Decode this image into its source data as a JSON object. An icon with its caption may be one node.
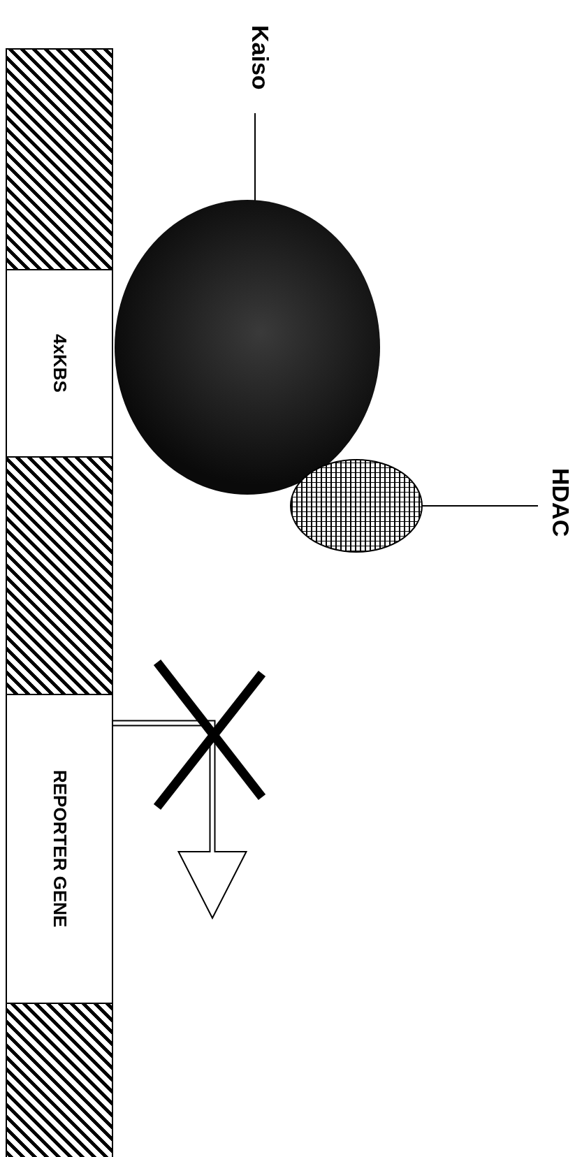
{
  "diagram": {
    "nodes": [
      {
        "text": [],
        "shape": "bar"
      },
      {
        "text": [
          "4xKBS"
        ]
      },
      {
        "text": [],
        "shape": "bar"
      },
      {
        "text": [
          "REPORTER GENE"
        ]
      },
      {
        "text": [],
        "shape": "bar"
      },
      {
        "text": [
          "Kaiso"
        ]
      },
      {
        "text": [],
        "shape": "circle"
      },
      {
        "text": [
          "HDAC"
        ]
      },
      {
        "text": [],
        "shape": "ellipse"
      }
    ],
    "edges": [
      {
        "from": 5,
        "to": 6,
        "arrow": "none"
      },
      {
        "from": 7,
        "to": 8,
        "arrow": "none"
      },
      {
        "from": 3,
        "to": null,
        "arrow": "to",
        "style": "thick"
      }
    ]
  }
}
